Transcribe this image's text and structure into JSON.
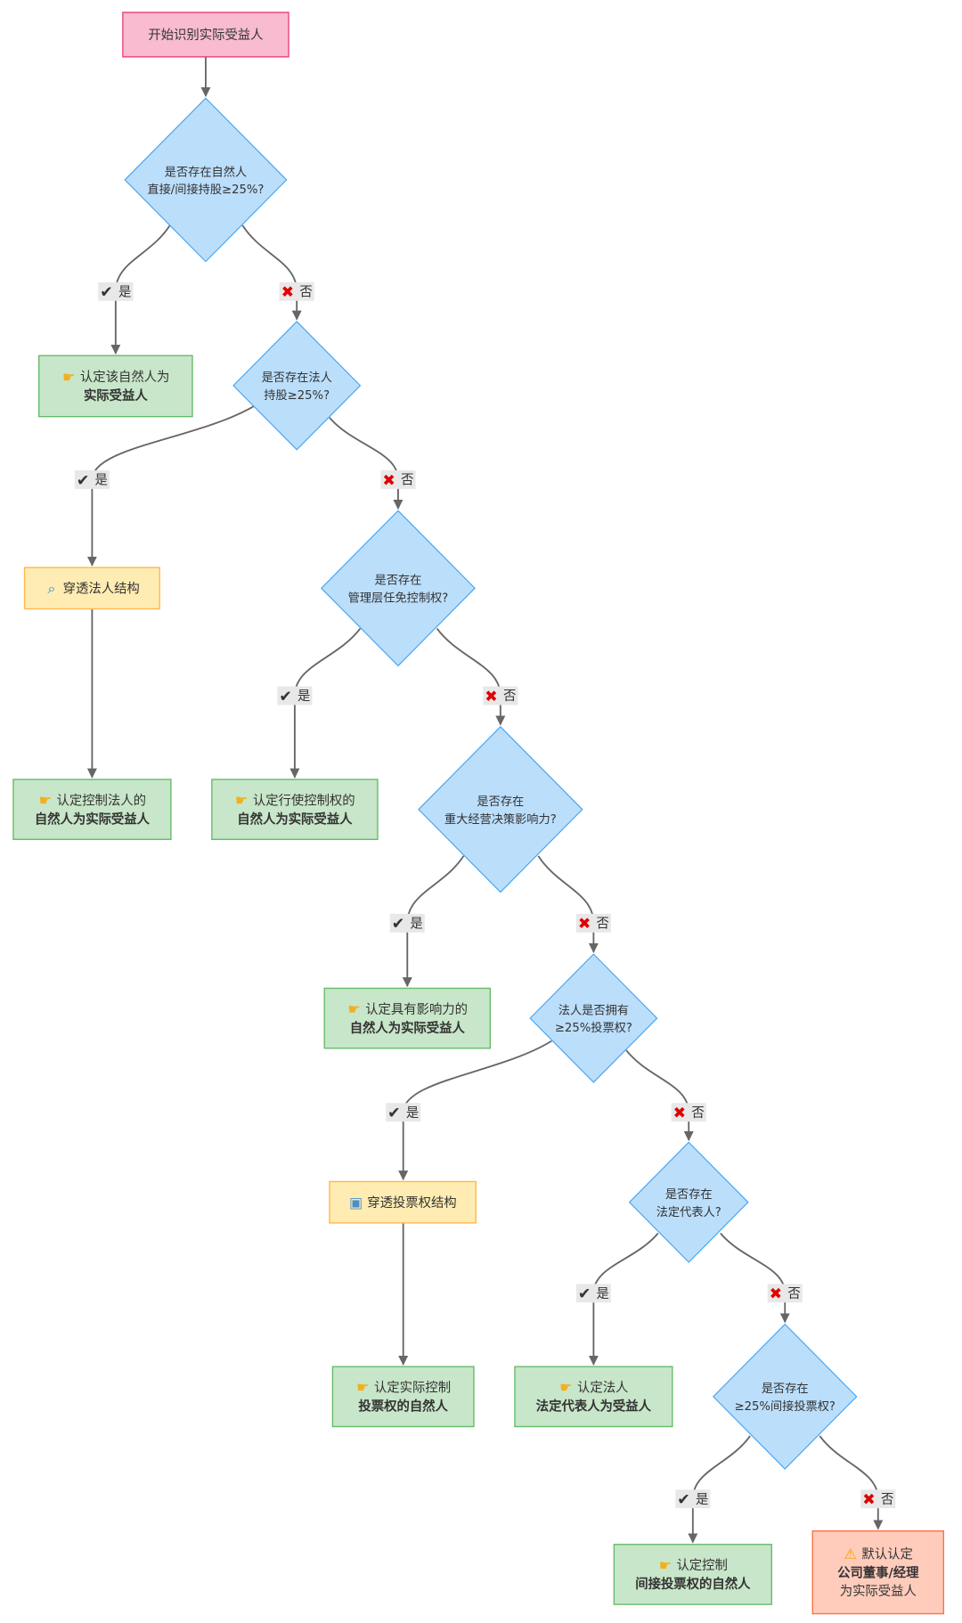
{
  "title": "实际受益人识别流程",
  "colors": {
    "start_fill": "#f8bbd0",
    "start_stroke": "#ec407a",
    "decision_fill": "#bbdefb",
    "decision_stroke": "#42a5f5",
    "result_fill": "#c8e6c9",
    "result_stroke": "#66bb6a",
    "process_fill": "#ffecb3",
    "process_stroke": "#ffb74d",
    "warn_fill": "#ffccbc",
    "warn_stroke": "#ff7043",
    "label_bg": "#e8e8e8",
    "edge": "#666666",
    "no_icon": "#e00000"
  },
  "labels": {
    "yes": "是",
    "no": "否",
    "yes_icon": "check-mark-icon",
    "no_icon": "cross-mark-icon"
  },
  "nodes": [
    {
      "id": "start",
      "type": "start",
      "lines": [
        {
          "text": "开始识别实际受益人",
          "bold": false
        }
      ]
    },
    {
      "id": "d1",
      "type": "decision",
      "lines": [
        {
          "text": "是否存在自然人",
          "bold": false
        },
        {
          "text": "直接/间接持股≥25%?",
          "bold": false
        }
      ]
    },
    {
      "id": "n1",
      "type": "result",
      "icon": "pointing-hand-icon",
      "lines": [
        {
          "text": "认定该自然人为",
          "bold": false
        },
        {
          "text": "实际受益人",
          "bold": true
        }
      ]
    },
    {
      "id": "d2",
      "type": "decision",
      "lines": [
        {
          "text": "是否存在法人",
          "bold": false
        },
        {
          "text": "持股≥25%?",
          "bold": false
        }
      ]
    },
    {
      "id": "n2",
      "type": "process",
      "icon": "magnifier-icon",
      "lines": [
        {
          "text": "穿透法人结构",
          "bold": false
        }
      ]
    },
    {
      "id": "n3",
      "type": "result",
      "icon": "pointing-hand-icon",
      "lines": [
        {
          "text": "认定控制法人的",
          "bold": false
        },
        {
          "text": "自然人为实际受益人",
          "bold": true
        }
      ]
    },
    {
      "id": "d3",
      "type": "decision",
      "lines": [
        {
          "text": "是否存在",
          "bold": false
        },
        {
          "text": "管理层任免控制权?",
          "bold": false
        }
      ]
    },
    {
      "id": "n4",
      "type": "result",
      "icon": "pointing-hand-icon",
      "lines": [
        {
          "text": "认定行使控制权的",
          "bold": false
        },
        {
          "text": "自然人为实际受益人",
          "bold": true
        }
      ]
    },
    {
      "id": "d4",
      "type": "decision",
      "lines": [
        {
          "text": "是否存在",
          "bold": false
        },
        {
          "text": "重大经营决策影响力?",
          "bold": false
        }
      ]
    },
    {
      "id": "n5",
      "type": "result",
      "icon": "pointing-hand-icon",
      "lines": [
        {
          "text": "认定具有影响力的",
          "bold": false
        },
        {
          "text": "自然人为实际受益人",
          "bold": true
        }
      ]
    },
    {
      "id": "d5",
      "type": "decision",
      "lines": [
        {
          "text": "法人是否拥有",
          "bold": false
        },
        {
          "text": "≥25%投票权?",
          "bold": false
        }
      ]
    },
    {
      "id": "n6",
      "type": "process",
      "icon": "ballot-box-icon",
      "lines": [
        {
          "text": "穿透投票权结构",
          "bold": false
        }
      ]
    },
    {
      "id": "n7",
      "type": "result",
      "icon": "pointing-hand-icon",
      "lines": [
        {
          "text": "认定实际控制",
          "bold": false
        },
        {
          "text": "投票权的自然人",
          "bold": true
        }
      ]
    },
    {
      "id": "d6",
      "type": "decision",
      "lines": [
        {
          "text": "是否存在",
          "bold": false
        },
        {
          "text": "法定代表人?",
          "bold": false
        }
      ]
    },
    {
      "id": "n8",
      "type": "result",
      "icon": "pointing-hand-icon",
      "lines": [
        {
          "text": "认定法人",
          "bold": false
        },
        {
          "text": "法定代表人为受益人",
          "bold": true
        }
      ]
    },
    {
      "id": "d7",
      "type": "decision",
      "lines": [
        {
          "text": "是否存在",
          "bold": false
        },
        {
          "text": "≥25%间接投票权?",
          "bold": false
        }
      ]
    },
    {
      "id": "n9",
      "type": "result",
      "icon": "pointing-hand-icon",
      "lines": [
        {
          "text": "认定控制",
          "bold": false
        },
        {
          "text": "间接投票权的自然人",
          "bold": true
        }
      ]
    },
    {
      "id": "n10",
      "type": "warn",
      "icon": "warning-icon",
      "lines": [
        {
          "text": "默认认定",
          "bold": false
        },
        {
          "text": "公司董事/经理",
          "bold": true
        },
        {
          "text": "为实际受益人",
          "bold": false
        }
      ]
    }
  ],
  "edges": [
    {
      "from": "start",
      "to": "d1",
      "label": ""
    },
    {
      "from": "d1",
      "to": "n1",
      "label": "yes"
    },
    {
      "from": "d1",
      "to": "d2",
      "label": "no"
    },
    {
      "from": "d2",
      "to": "n2",
      "label": "yes"
    },
    {
      "from": "d2",
      "to": "d3",
      "label": "no"
    },
    {
      "from": "n2",
      "to": "n3",
      "label": ""
    },
    {
      "from": "d3",
      "to": "n4",
      "label": "yes"
    },
    {
      "from": "d3",
      "to": "d4",
      "label": "no"
    },
    {
      "from": "d4",
      "to": "n5",
      "label": "yes"
    },
    {
      "from": "d4",
      "to": "d5",
      "label": "no"
    },
    {
      "from": "d5",
      "to": "n6",
      "label": "yes"
    },
    {
      "from": "d5",
      "to": "d6",
      "label": "no"
    },
    {
      "from": "n6",
      "to": "n7",
      "label": ""
    },
    {
      "from": "d6",
      "to": "n8",
      "label": "yes"
    },
    {
      "from": "d6",
      "to": "d7",
      "label": "no"
    },
    {
      "from": "d7",
      "to": "n9",
      "label": "yes"
    },
    {
      "from": "d7",
      "to": "n10",
      "label": "no"
    }
  ]
}
